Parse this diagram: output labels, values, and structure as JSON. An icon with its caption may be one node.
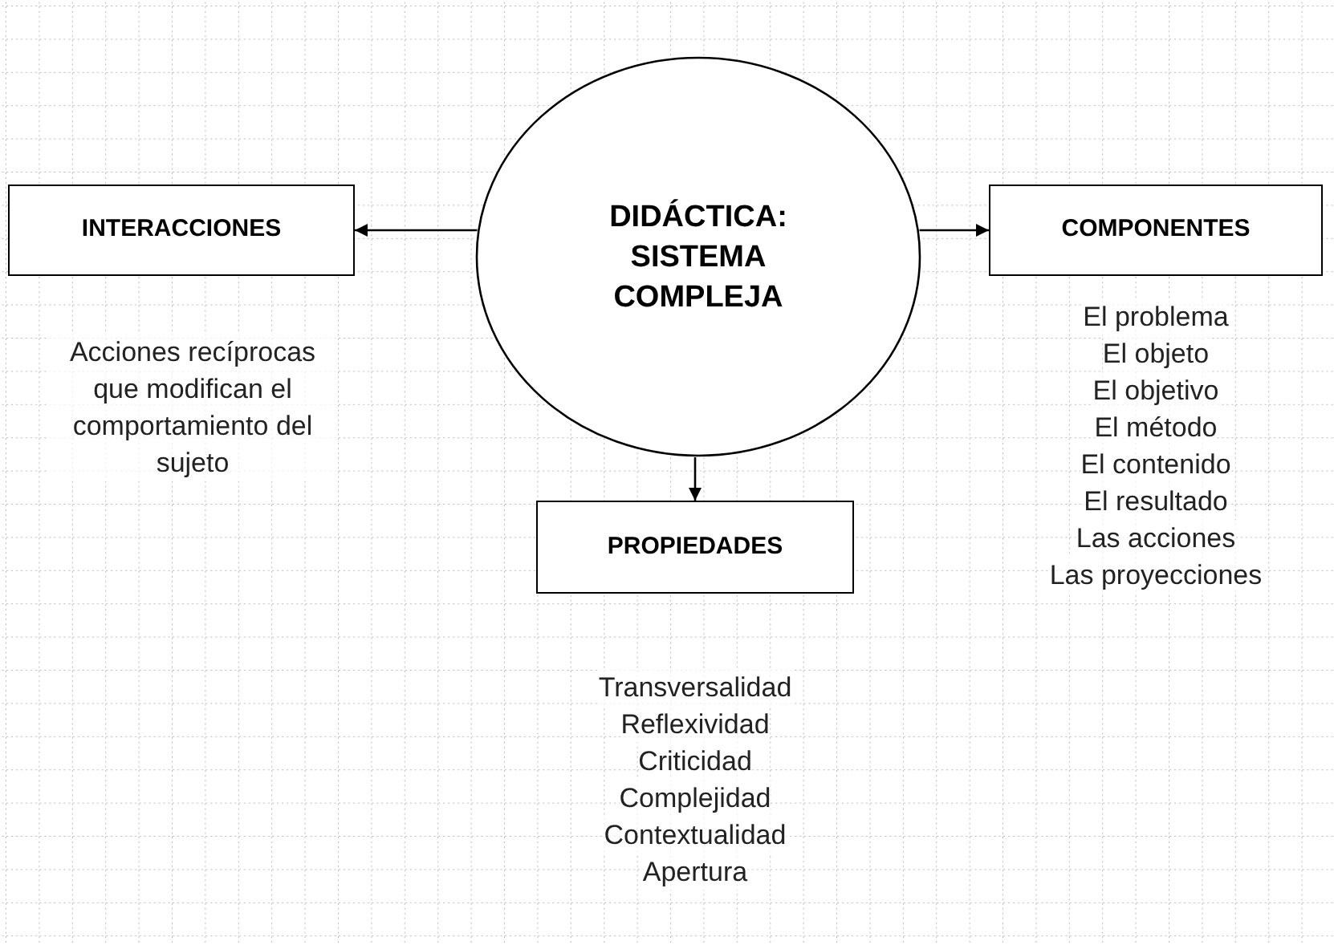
{
  "diagram": {
    "nodes": [
      {
        "text": [
          "DIDÁCTICA: SISTEMA COMPLEJA"
        ]
      },
      {
        "text": [
          "INTERACCIONES"
        ],
        "beside": [
          "Acciones recíprocas que modifican el comportamiento del sujeto"
        ]
      },
      {
        "text": [
          "COMPONENTES"
        ],
        "beside": [
          "El problema",
          "El objeto",
          "El objetivo",
          "El método",
          "El contenido",
          "El resultado",
          "Las acciones",
          "Las proyecciones"
        ]
      },
      {
        "text": [
          "PROPIEDADES"
        ],
        "beside": [
          "Transversalidad",
          "Reflexividad",
          "Criticidad",
          "Complejidad",
          "Contextualidad",
          "Apertura"
        ]
      }
    ],
    "edges": [
      {
        "from": 0,
        "to": 1,
        "arrow": "to"
      },
      {
        "from": 0,
        "to": 2,
        "arrow": "to"
      },
      {
        "from": 0,
        "to": 3,
        "arrow": "to"
      }
    ]
  }
}
